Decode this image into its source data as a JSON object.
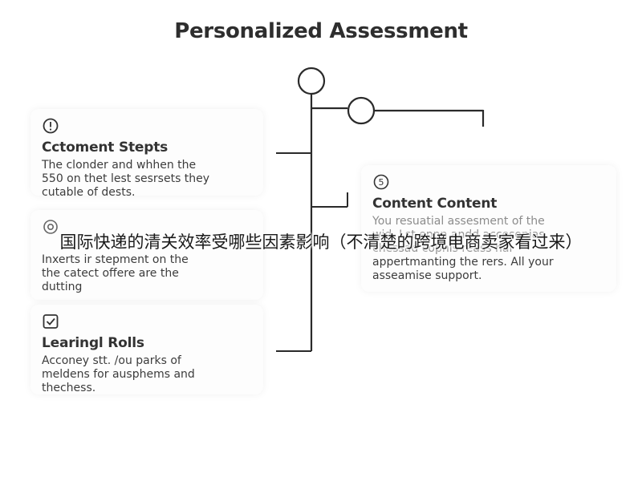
{
  "header": {
    "title": "Personalized Assessment"
  },
  "cards": [
    {
      "icon": "alert-circle-icon",
      "title": "Cctoment Stepts",
      "lines": [
        "The clonder and whhen the",
        "550 on thet lest sesrsets they",
        "cutable of dests."
      ]
    },
    {
      "icon": "target-circle-icon",
      "title": "",
      "lines": [
        "Inxerts ir stepment on the",
        "the catect offere are the",
        "dutting"
      ]
    },
    {
      "icon": "checkbox-icon",
      "title": "Learingl Rolls",
      "lines": [
        "Acconey stt. /ou parks of",
        "meldens for ausphems and",
        "thechess."
      ]
    },
    {
      "icon": "number-five-icon",
      "icon_text": "5",
      "title": "Content Content",
      "lines": [
        "You resuatial assesment of the",
        "wid. Lst eppn andd accesonias",
        "chessad cophis reass hal",
        "appertmanting the rers. All your",
        "asseamise support."
      ]
    }
  ],
  "overlay": {
    "caption": "国际快递的清关效率受哪些因素影响（不清楚的跨境电商卖家看过来）"
  },
  "colors": {
    "line": "#2a2a2a",
    "card_bg": "#fdfdfd",
    "text": "#3c3c3c"
  }
}
